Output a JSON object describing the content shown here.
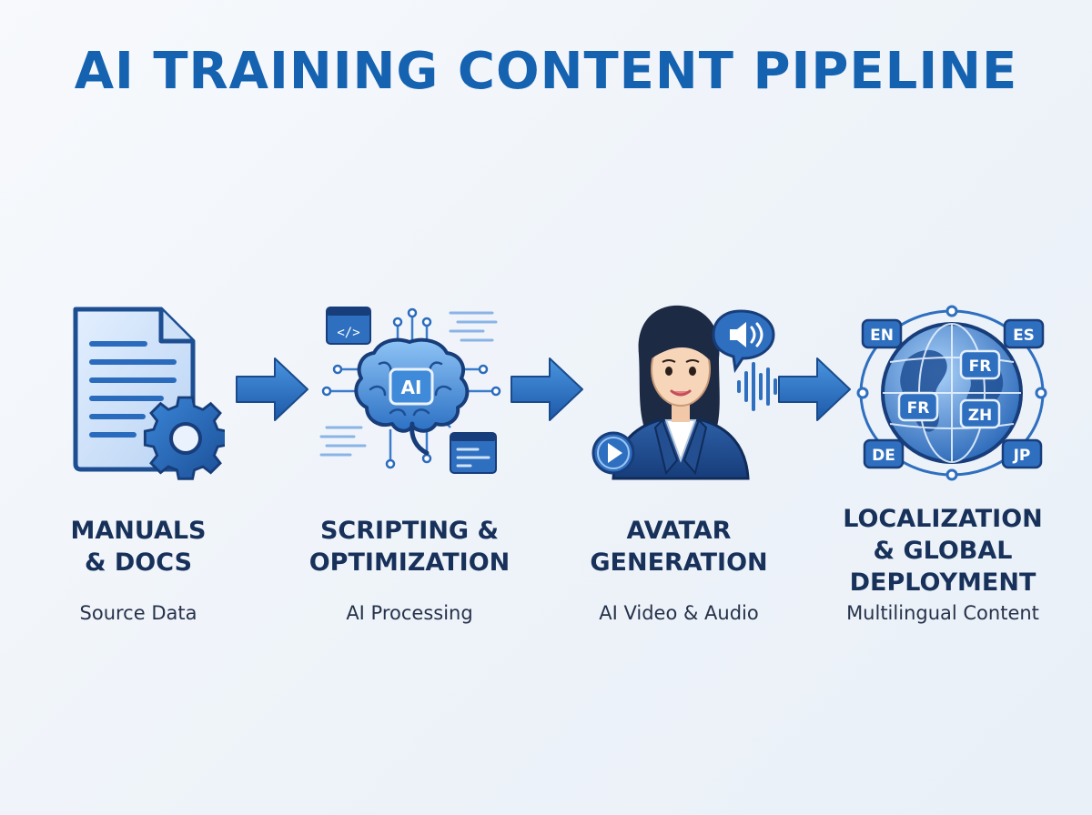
{
  "title": "AI TRAINING CONTENT PIPELINE",
  "colors": {
    "title": "#1562b1",
    "stage_title": "#17315a",
    "subtitle": "#26324a",
    "icon_primary": "#2a6fc0",
    "icon_dark": "#173d7a",
    "icon_light": "#d7e8fb"
  },
  "stages": [
    {
      "icon": "document-gear-icon",
      "title_lines": [
        "MANUALS",
        "& DOCS"
      ],
      "subtitle": "Source Data"
    },
    {
      "icon": "ai-brain-icon",
      "icon_label": "AI",
      "title_lines": [
        "SCRIPTING &",
        "OPTIMIZATION"
      ],
      "subtitle": "AI Processing"
    },
    {
      "icon": "avatar-presenter-icon",
      "title_lines": [
        "AVATAR",
        "GENERATION"
      ],
      "subtitle": "AI Video & Audio"
    },
    {
      "icon": "globe-languages-icon",
      "languages": [
        "EN",
        "ES",
        "FR",
        "FR",
        "ZH",
        "DE",
        "JP"
      ],
      "title_lines": [
        "LOCALIZATION",
        "& GLOBAL",
        "DEPLOYMENT"
      ],
      "subtitle": "Multilingual Content"
    }
  ]
}
